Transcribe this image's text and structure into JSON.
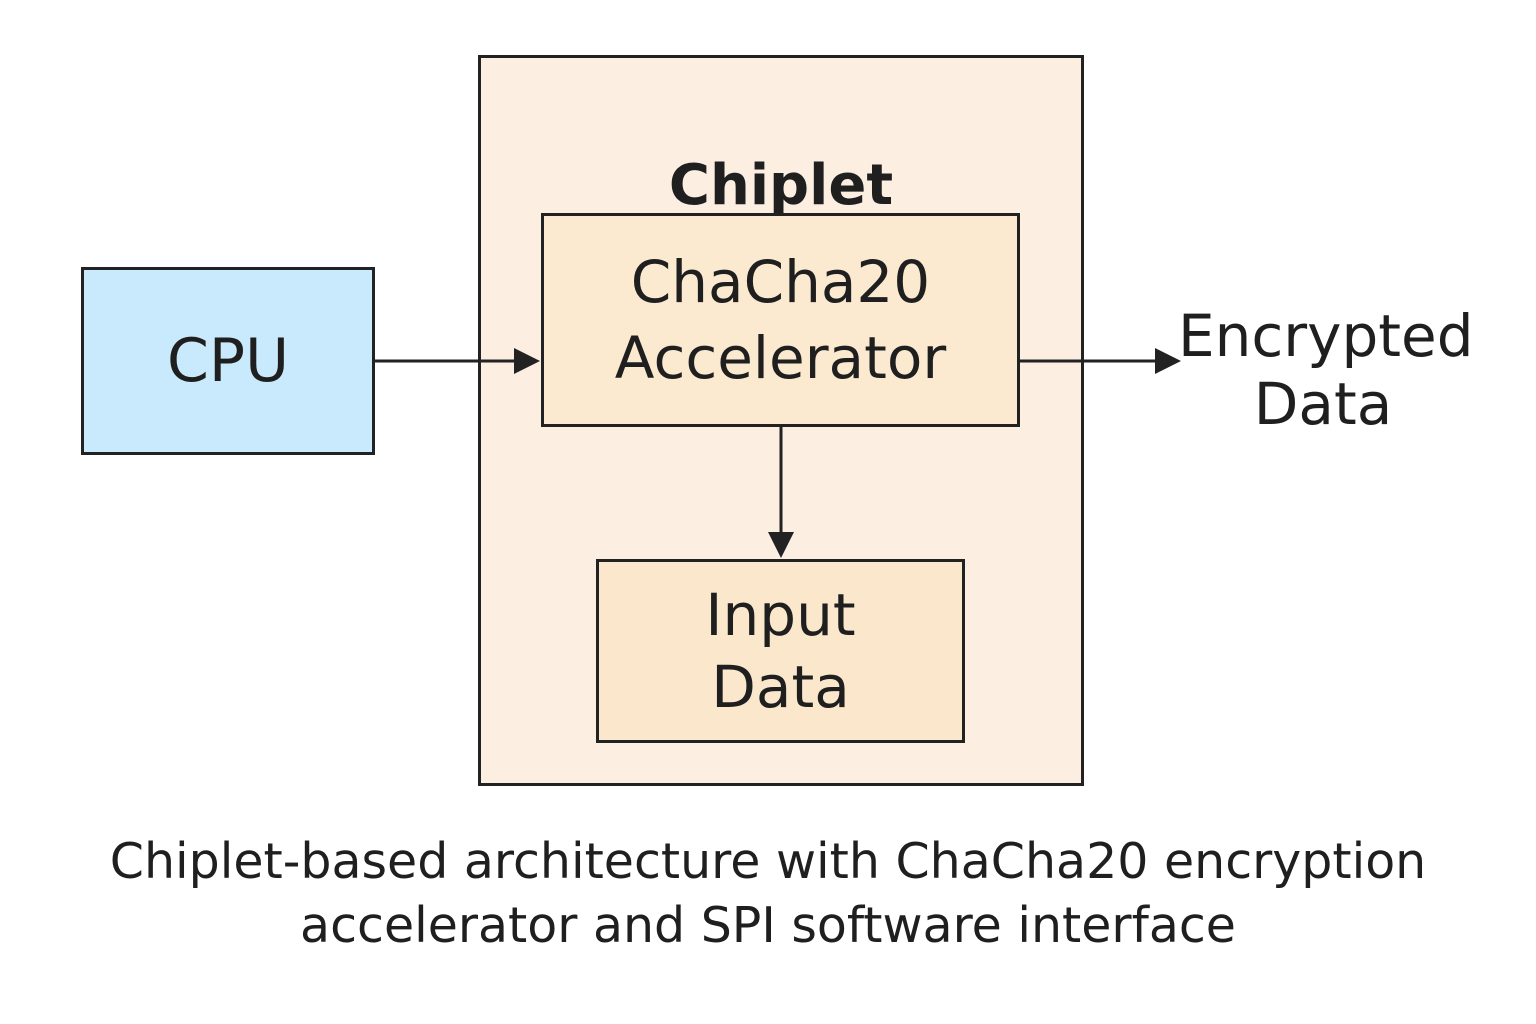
{
  "colors": {
    "cpu_fill": "#c9eafc",
    "chiplet_fill": "#fcefe2",
    "accelerator_fill": "#fbe9d0",
    "input_fill": "#fbe7cc",
    "stroke": "#222222"
  },
  "chiplet": {
    "title": "Chiplet"
  },
  "cpu": {
    "label": "CPU"
  },
  "accelerator": {
    "line1": "ChaCha20",
    "line2": "Accelerator"
  },
  "input_data": {
    "line1": "Input",
    "line2": "Data"
  },
  "encrypted_data": {
    "line1": "Encrypted",
    "line2": "Data"
  },
  "caption": {
    "line1": "Chiplet-based architecture with ChaCha20 encryption",
    "line2": "accelerator and SPI software interface"
  },
  "connections": [
    {
      "from": "CPU",
      "to": "ChaCha20 Accelerator"
    },
    {
      "from": "ChaCha20 Accelerator",
      "to": "Encrypted Data"
    },
    {
      "from": "ChaCha20 Accelerator",
      "to": "Input Data"
    }
  ]
}
